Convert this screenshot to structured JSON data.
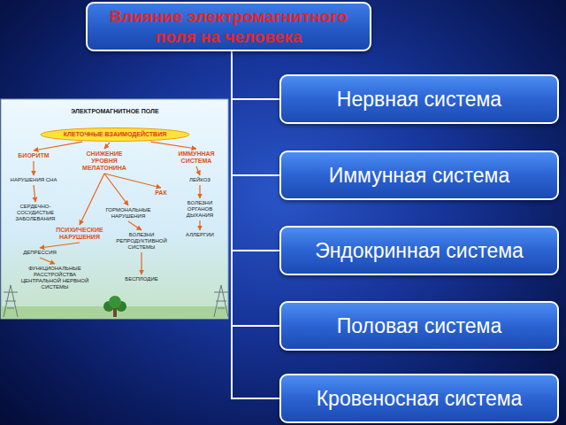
{
  "diagram": {
    "nodes": [
      {
        "text": [
          "Влияние электромагнитного поля на человека"
        ]
      },
      {
        "text": [
          "Нервная система"
        ]
      },
      {
        "text": [
          "Иммунная система"
        ]
      },
      {
        "text": [
          "Эндокринная система"
        ]
      },
      {
        "text": [
          "Половая система"
        ]
      },
      {
        "text": [
          "Кровеносная система"
        ]
      },
      {
        "text": [
          "КЛЕТОЧНЫЕ ВЗАИМОДЕЙСТВИЯ"
        ]
      }
    ],
    "edges": [
      {
        "from": 0,
        "to": 1,
        "arrow": "none"
      },
      {
        "from": 0,
        "to": 2,
        "arrow": "none"
      },
      {
        "from": 0,
        "to": 3,
        "arrow": "none"
      },
      {
        "from": 0,
        "to": 4,
        "arrow": "none"
      },
      {
        "from": 0,
        "to": 5,
        "arrow": "none"
      }
    ],
    "labels": [
      "ЭЛЕКТРОМАГНИТНОЕ ПОЛЕ",
      "БИОРИТМ",
      "СНИЖЕНИЕ УРОВНЯ МЕЛАТОНИНА",
      "ИММУННАЯ СИСТЕМА",
      "НАРУШЕНИЯ СНА",
      "ЛЕЙКОЗ",
      "РАК",
      "БОЛЕЗНИ ОРГАНОВ ДЫХАНИЯ",
      "СЕРДЕЧНО-СОСУДИСТЫЕ ЗАБОЛЕВАНИЯ",
      "ГОРМОНАЛЬНЫЕ НАРУШЕНИЯ",
      "ПСИХИЧЕСКИЕ НАРУШЕНИЯ",
      "АЛЛЕРГИИ",
      "БОЛЕЗНИ РЕПРОДУКТИВНОЙ СИСТЕМЫ",
      "ДЕПРЕССИЯ",
      "ФУНКЦИОНАЛЬНЫЕ РАССТРОЙСТВА ЦЕНТРАЛЬНОЙ НЕРВНОЙ СИСТЕМЫ",
      "БЕСПЛОДИЕ"
    ]
  }
}
